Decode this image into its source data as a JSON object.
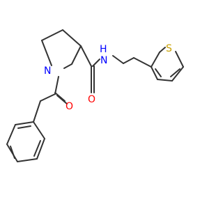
{
  "molecule": {
    "atoms": {
      "N_ring": {
        "symbol": "N",
        "color": "#0000ff"
      },
      "N_amide": {
        "symbol": "N",
        "color": "#0000ff"
      },
      "H_amide": {
        "symbol": "H",
        "color": "#0000ff"
      },
      "O_acyl": {
        "symbol": "O",
        "color": "#ff0000"
      },
      "O_amide": {
        "symbol": "O",
        "color": "#ff0000"
      },
      "S_thiophene": {
        "symbol": "S",
        "color": "#c8a000"
      }
    },
    "bond_color": "#333333"
  }
}
